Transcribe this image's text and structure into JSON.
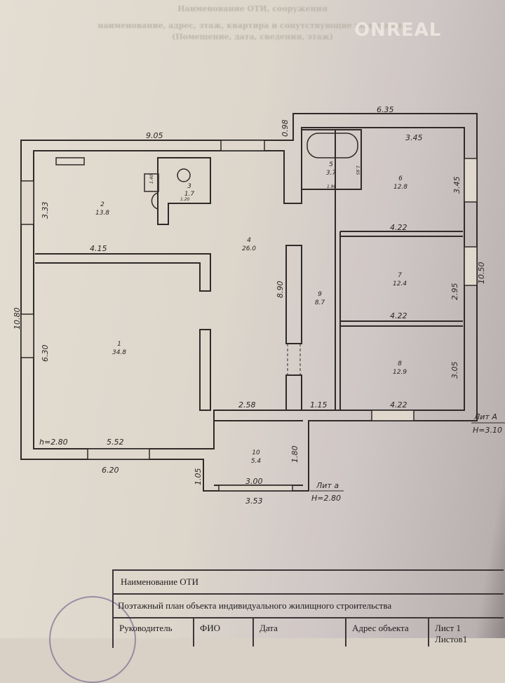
{
  "header": {
    "line1": "Наименование ОТИ, сооружения",
    "line2": "наименование, адрес, этаж, квартира и сопутствующие помещения",
    "line3": "(Помещение, дата, сведения, этаж)",
    "watermark": "ONREAL"
  },
  "plan": {
    "dimensions": [
      "6.35",
      "0.98",
      "9.05",
      "3.45",
      "3.45",
      "3.33",
      "4.15",
      "4.22",
      "4.22",
      "10.80",
      "6.30",
      "8.90",
      "2.95",
      "10.50",
      "3.05",
      "2.58",
      "1.15",
      "4.22",
      "5.52",
      "6.20",
      "1.05",
      "3.00",
      "3.53",
      "1.80"
    ],
    "small_dims": [
      "1.40",
      "1.20",
      "1.95",
      "1.90"
    ],
    "ceiling_main": "h=2.80",
    "rooms": [
      {
        "num": "1",
        "area": "34.8"
      },
      {
        "num": "2",
        "area": "13.8"
      },
      {
        "num": "3",
        "area": "1.7"
      },
      {
        "num": "4",
        "area": "26.0"
      },
      {
        "num": "5",
        "area": "3.7"
      },
      {
        "num": "6",
        "area": "12.8"
      },
      {
        "num": "7",
        "area": "12.4"
      },
      {
        "num": "8",
        "area": "12.9"
      },
      {
        "num": "9",
        "area": "8.7"
      },
      {
        "num": "10",
        "area": "5.4"
      }
    ],
    "lit_a_main": {
      "label": "Лит А",
      "height": "H=3.10"
    },
    "lit_a_small": {
      "label": "Лит а",
      "height": "H=2.80"
    }
  },
  "title_block": {
    "name_label": "Наименование ОТИ",
    "description": "Поэтажный план объекта индивидуального жилищного строительства",
    "head": "Руководитель",
    "fio": "ФИО",
    "date_label": "Дата",
    "address_label": "Адрес объекта",
    "sheet": "Лист  1",
    "sheets": "Листов1"
  }
}
